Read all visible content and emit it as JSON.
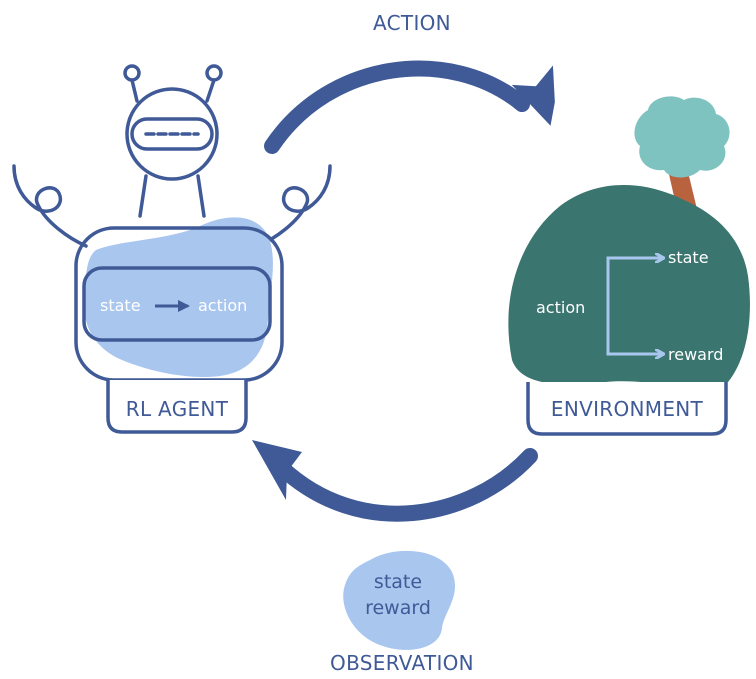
{
  "labels": {
    "action": "ACTION",
    "observation": "OBSERVATION",
    "agent": "RL AGENT",
    "environment": "ENVIRONMENT"
  },
  "agent_policy": {
    "input": "state",
    "output": "action"
  },
  "environment_dynamics": {
    "input": "action",
    "outputs": [
      "state",
      "reward"
    ]
  },
  "observation_contents": [
    "state",
    "reward"
  ],
  "colors": {
    "outline": "#3f5a97",
    "agent_blob": "#a9c6ee",
    "hill": "#3a756f",
    "tree_leaves": "#7fc3c0",
    "tree_trunk": "#b8633e",
    "env_arrows": "#a9c6ee"
  }
}
